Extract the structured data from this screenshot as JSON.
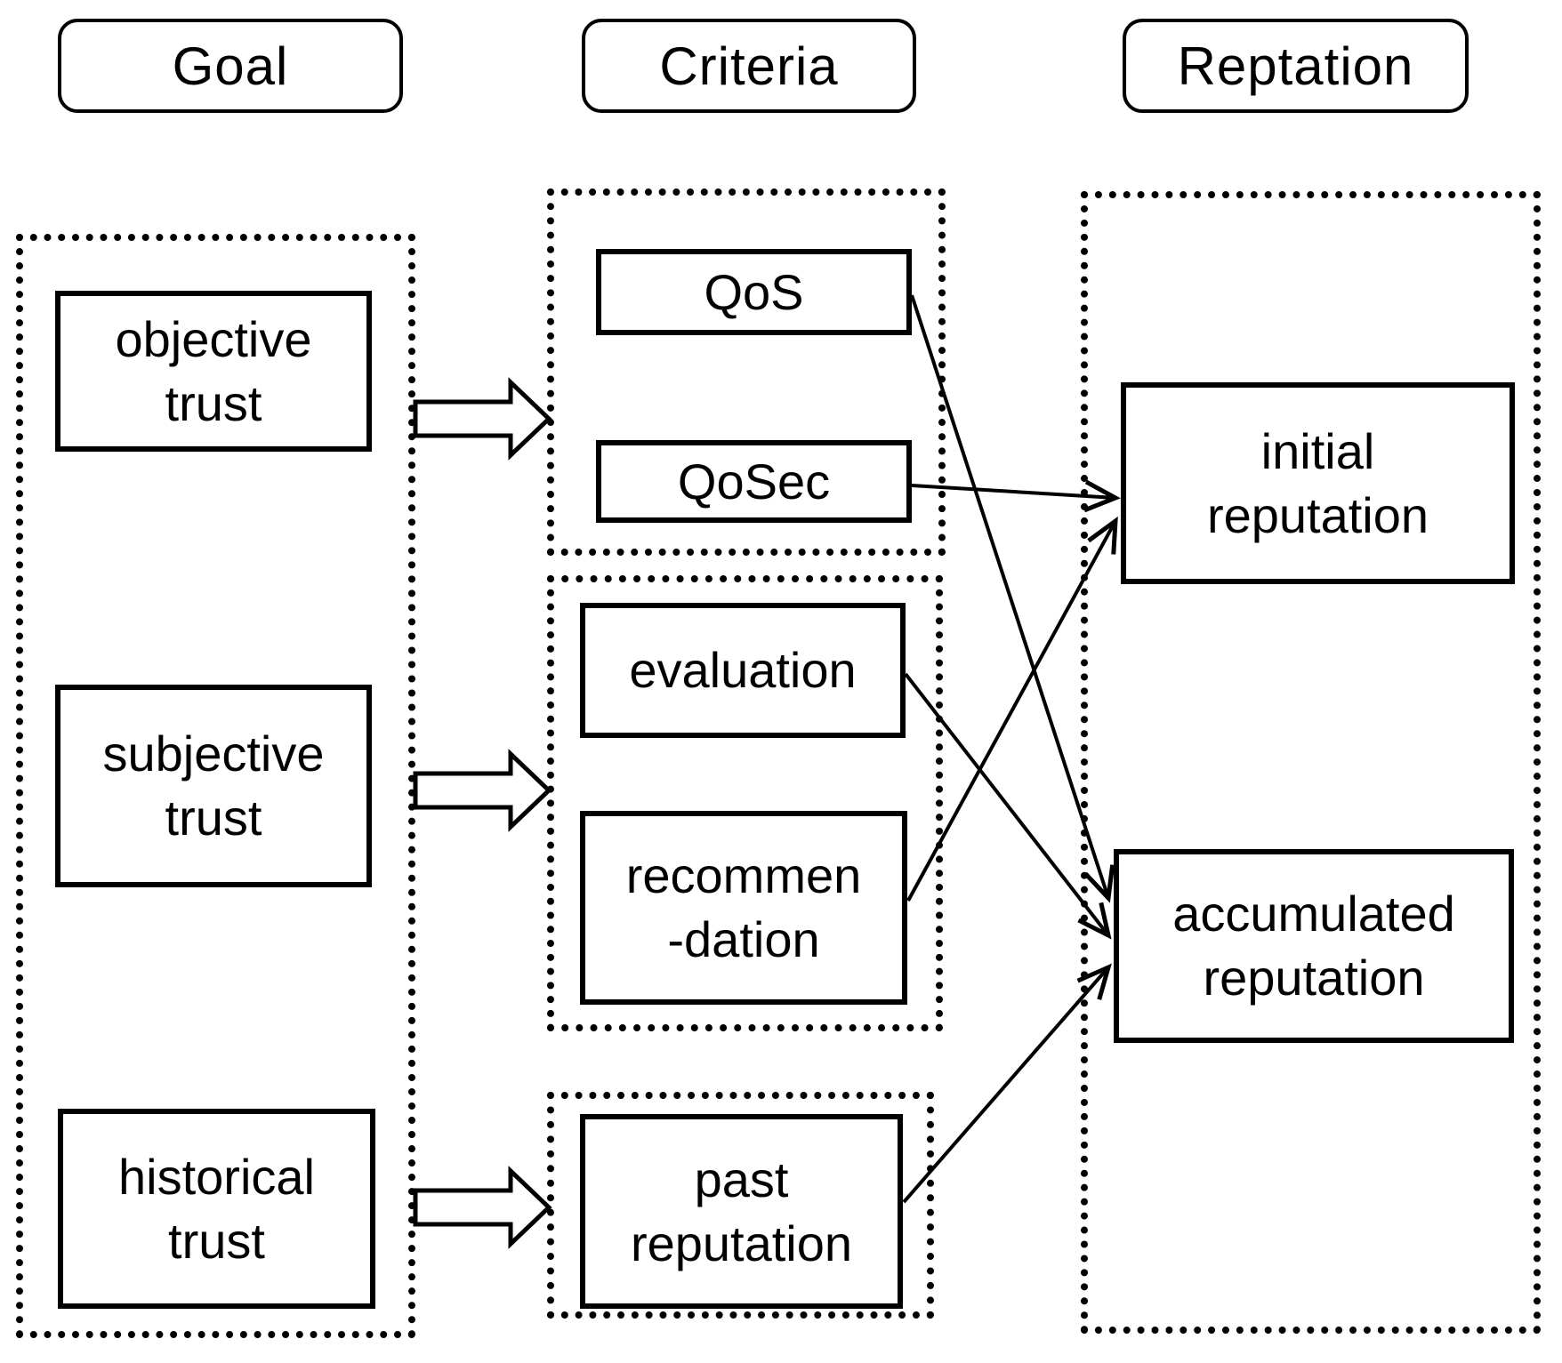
{
  "diagram_title": "trust goals to criteria to reputation mapping",
  "columns": {
    "goal": {
      "header": "Goal",
      "items": [
        {
          "id": "objective-trust",
          "label": "objective\ntrust"
        },
        {
          "id": "subjective-trust",
          "label": "subjective\ntrust"
        },
        {
          "id": "historical-trust",
          "label": "historical\ntrust"
        }
      ]
    },
    "criteria": {
      "header": "Criteria",
      "groups": [
        {
          "id": "criteria-group-1",
          "items": [
            {
              "id": "qos",
              "label": "QoS"
            },
            {
              "id": "qosec",
              "label": "QoSec"
            }
          ]
        },
        {
          "id": "criteria-group-2",
          "items": [
            {
              "id": "evaluation",
              "label": "evaluation"
            },
            {
              "id": "recommendation",
              "label": "recommen\n-dation"
            }
          ]
        },
        {
          "id": "criteria-group-3",
          "items": [
            {
              "id": "past-reputation",
              "label": "past\nreputation"
            }
          ]
        }
      ]
    },
    "reputation": {
      "header": "Reptation",
      "items": [
        {
          "id": "initial-reputation",
          "label": "initial\nreputation"
        },
        {
          "id": "accumulated-reputation",
          "label": "accumulated\nreputation"
        }
      ]
    }
  },
  "block_arrows": [
    {
      "from": "objective-trust",
      "to": "criteria-group-1"
    },
    {
      "from": "subjective-trust",
      "to": "criteria-group-2"
    },
    {
      "from": "historical-trust",
      "to": "criteria-group-3"
    }
  ],
  "edges": [
    {
      "from": "qos",
      "to": "accumulated-reputation"
    },
    {
      "from": "qosec",
      "to": "initial-reputation"
    },
    {
      "from": "evaluation",
      "to": "accumulated-reputation"
    },
    {
      "from": "recommendation",
      "to": "initial-reputation"
    },
    {
      "from": "past-reputation",
      "to": "accumulated-reputation"
    }
  ],
  "colors": {
    "stroke": "#000000",
    "background": "#ffffff"
  }
}
